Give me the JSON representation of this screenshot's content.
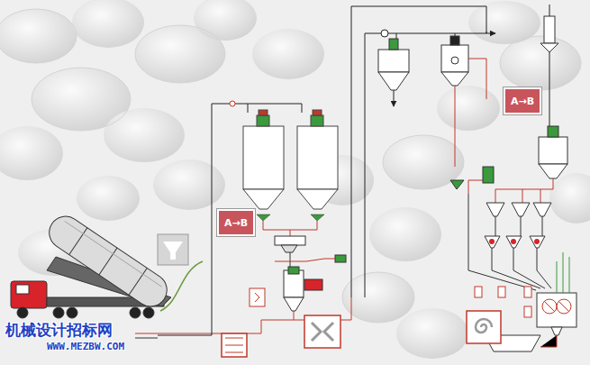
{
  "diagram": {
    "nodes": [
      {
        "text": [
          "A→B"
        ]
      },
      {
        "text": [
          "A→B"
        ]
      }
    ],
    "labels": [
      "机械设计招标网",
      "WWW.MEZBW.COM"
    ]
  }
}
